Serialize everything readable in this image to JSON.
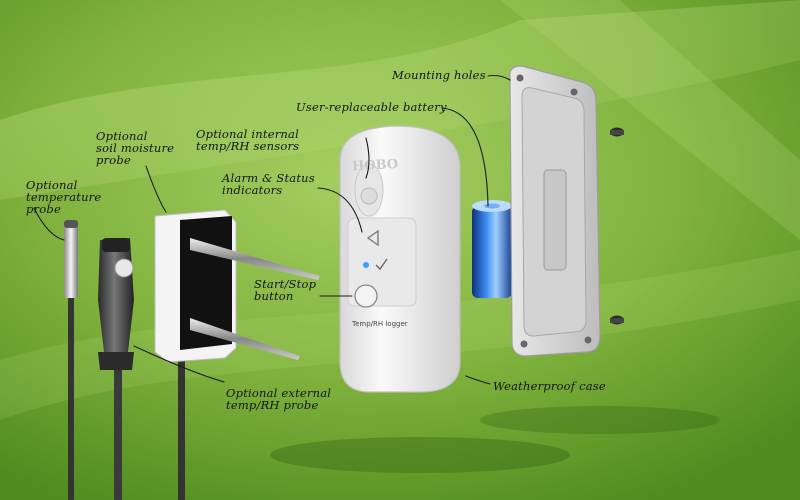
{
  "callouts": {
    "mounting_holes": "Mounting holes",
    "battery": "User-replaceable battery",
    "internal_sensors": "Optional internal\ntemp/RH sensors",
    "alarm_status": "Alarm & Status\nindicators",
    "start_stop": "Start/Stop\nbutton",
    "weatherproof": "Weatherproof case",
    "external_probe": "Optional external\ntemp/RH probe",
    "soil_probe": "Optional\nsoil moisture\nprobe",
    "temp_probe": "Optional\ntemperature\nprobe"
  },
  "device": {
    "logo": "HOBO",
    "model_label": "Temp/RH logger"
  },
  "colors": {
    "background_light": "#9bc65a",
    "background_dark": "#4d8a1c",
    "battery": "#2d6fd0",
    "case_white": "#f1f1f1",
    "led_blue": "#3aa0ff"
  }
}
